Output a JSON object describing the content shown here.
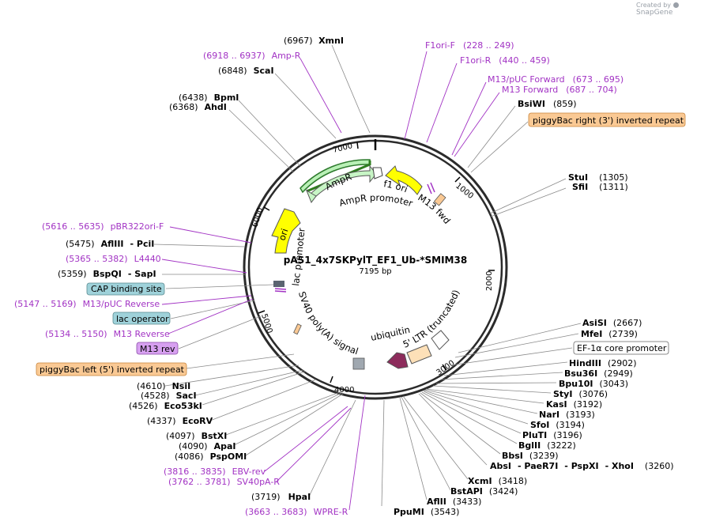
{
  "credit": {
    "prefix": "Created by",
    "brand": "SnapGene"
  },
  "plasmid": {
    "name": "pAS1_4x7SKPylT_EF1_Ub-*SMIM38",
    "length": "7195 bp"
  },
  "ticks": {
    "t1000": "1000",
    "t2000": "2000",
    "t3000": "3000",
    "t4000": "4000",
    "t5000": "5000",
    "t6000": "6000",
    "t7000": "7000"
  },
  "inner": {
    "ampr": "AmpR",
    "ampr_promoter": "AmpR promoter",
    "f1_ori": "f1 ori",
    "m13_fwd": "M13 fwd",
    "ori": "ori",
    "lac_promoter": "lac promoter",
    "sv40": "SV40 poly(A) signal",
    "ubiquitin": "ubiquitin",
    "ltr": "5' LTR (truncated)"
  },
  "sites": {
    "xmni": {
      "name": "XmnI",
      "pos": "(6967)"
    },
    "scai": {
      "name": "ScaI",
      "pos": "(6848)"
    },
    "bpmi": {
      "name": "BpmI",
      "pos": "(6438)"
    },
    "ahdi": {
      "name": "AhdI",
      "pos": "(6368)"
    },
    "bsiwi": {
      "name": "BsiWI",
      "pos": "(859)"
    },
    "stui": {
      "name": "StuI",
      "pos": "(1305)"
    },
    "sfii": {
      "name": "SfiI",
      "pos": "(1311)"
    },
    "aflIII": {
      "name": "AflIII",
      "pos": "(5475)"
    },
    "pcii": {
      "name": "- PciI"
    },
    "bspqi": {
      "name": "BspQI",
      "pos": "(5359)"
    },
    "sapi": {
      "name": "- SapI"
    },
    "nsii": {
      "name": "NsiI",
      "pos": "(4610)"
    },
    "saci": {
      "name": "SacI",
      "pos": "(4528)"
    },
    "eco53ki": {
      "name": "Eco53kI",
      "pos": "(4526)"
    },
    "ecorv": {
      "name": "EcoRV",
      "pos": "(4337)"
    },
    "bstxi": {
      "name": "BstXI",
      "pos": "(4097)"
    },
    "apai": {
      "name": "ApaI",
      "pos": "(4090)"
    },
    "pspomi": {
      "name": "PspOMI",
      "pos": "(4086)"
    },
    "hpai": {
      "name": "HpaI",
      "pos": "(3719)"
    },
    "ppumi": {
      "name": "PpuMI",
      "pos": "(3543)"
    },
    "aflII": {
      "name": "AflII",
      "pos": "(3433)"
    },
    "bstapi": {
      "name": "BstAPI",
      "pos": "(3424)"
    },
    "xcmi": {
      "name": "XcmI",
      "pos": "(3418)"
    },
    "absi": {
      "name": "AbsI",
      "pos": "(3260)"
    },
    "paer7i": {
      "name": "- PaeR7I"
    },
    "pspxi": {
      "name": "- PspXI"
    },
    "xhoi": {
      "name": "- XhoI"
    },
    "bbsi": {
      "name": "BbsI",
      "pos": "(3239)"
    },
    "bglii": {
      "name": "BglII",
      "pos": "(3222)"
    },
    "plutI": {
      "name": "PluTI",
      "pos": "(3196)"
    },
    "sfoi": {
      "name": "SfoI",
      "pos": "(3194)"
    },
    "nari": {
      "name": "NarI",
      "pos": "(3193)"
    },
    "kasi": {
      "name": "KasI",
      "pos": "(3192)"
    },
    "styi": {
      "name": "StyI",
      "pos": "(3076)"
    },
    "bpu10i": {
      "name": "Bpu10I",
      "pos": "(3043)"
    },
    "bsu36i": {
      "name": "Bsu36I",
      "pos": "(2949)"
    },
    "hindiii": {
      "name": "HindIII",
      "pos": "(2902)"
    },
    "mfei": {
      "name": "MfeI",
      "pos": "(2739)"
    },
    "asisi": {
      "name": "AsiSI",
      "pos": "(2667)"
    }
  },
  "primers": {
    "ampr_rev": {
      "pos": "(6918 .. 6937)",
      "name": "Amp-R"
    },
    "f1ori_f": {
      "name": "F1ori-F",
      "pos": "(228 .. 249)"
    },
    "f1ori_r": {
      "name": "F1ori-R",
      "pos": "(440 .. 459)"
    },
    "m13puc_fwd": {
      "name": "M13/pUC Forward",
      "pos": "(673 .. 695)"
    },
    "m13_forward": {
      "name": "M13 Forward",
      "pos": "(687 .. 704)"
    },
    "pbr322": {
      "pos": "(5616 .. 5635)",
      "name": "pBR322ori-F"
    },
    "l4440": {
      "pos": "(5365 .. 5382)",
      "name": "L4440"
    },
    "m13puc_rev": {
      "pos": "(5147 .. 5169)",
      "name": "M13/pUC Reverse"
    },
    "m13_reverse": {
      "pos": "(5134 .. 5150)",
      "name": "M13 Reverse"
    },
    "ebv_rev": {
      "pos": "(3816 .. 3835)",
      "name": "EBV-rev"
    },
    "sv40pa_r": {
      "pos": "(3762 .. 3781)",
      "name": "SV40pA-R"
    },
    "wpre_r": {
      "pos": "(3663 .. 3683)",
      "name": "WPRE-R"
    }
  },
  "boxes": {
    "piggybac_right": "piggyBac right (3') inverted repeat",
    "cap": "CAP binding site",
    "lac_operator": "lac operator",
    "m13_rev": "M13 rev",
    "piggybac_left": "piggyBac left (5') inverted repeat",
    "ef1a": "EF-1α core promoter"
  },
  "colors": {
    "ampr": "#c7f5c5",
    "yellow": "#ffff00",
    "ltr": "#fde0b8",
    "ubiquitin": "#8d2c5c",
    "orange_box": "#fac994",
    "blue_box": "#9fd2da",
    "purple_box": "#d7a0f0",
    "grey_feature": "#a0a8b0",
    "primer": "#a233c4"
  }
}
